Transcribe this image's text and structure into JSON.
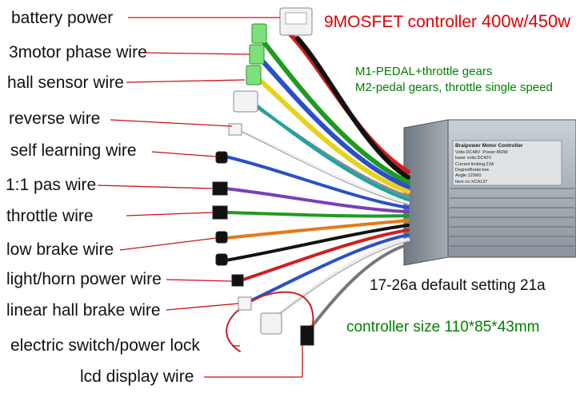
{
  "header": {
    "title": "9MOSFET controller",
    "power": "400w/450w"
  },
  "modes": {
    "m1": "M1-PEDAL+throttle gears",
    "m2": "M2-pedal gears, throttle single speed"
  },
  "wires": [
    {
      "label": "battery power"
    },
    {
      "label": "3motor phase wire"
    },
    {
      "label": "hall sensor wire"
    },
    {
      "label": "reverse wire"
    },
    {
      "label": "self learning wire"
    },
    {
      "label": "1:1 pas wire"
    },
    {
      "label": "throttle wire"
    },
    {
      "label": "low brake wire"
    },
    {
      "label": "light/horn power wire"
    },
    {
      "label": "linear hall brake wire"
    },
    {
      "label": "electric switch/power lock"
    },
    {
      "label": "lcd display wire"
    }
  ],
  "specs": {
    "current": "17-26a default setting 21a",
    "size": "controller size 110*85*43mm"
  },
  "nameplate": {
    "heading": "Braipower Motor Controller",
    "volts": "Volts:DC48V",
    "power": "Power:450W",
    "lower": "lower volts:DC42V",
    "limit": "Current limiting:21A",
    "brake": "DegreeBrake:low",
    "angle": "Angle:120/60",
    "item": "Item no:XCA137"
  },
  "colors": {
    "accent_red": "#e00000",
    "accent_green": "#008000",
    "pointer_red": "#cc1111"
  }
}
